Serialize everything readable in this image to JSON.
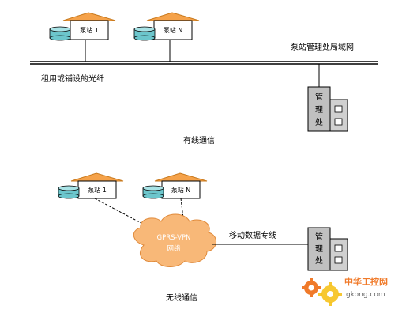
{
  "wired": {
    "station_1_label": "泵站 1",
    "station_n_label": "泵站 N",
    "lan_label": "泵站管理处局域网",
    "fiber_label": "租用或铺设的光纤",
    "office_label": [
      "管",
      "理",
      "处"
    ],
    "caption": "有线通信"
  },
  "wireless": {
    "station_1_label": "泵站 1",
    "station_n_label": "泵站 N",
    "cloud_line1": "GPRS-VPN",
    "cloud_line2": "网络",
    "dedicated_line_label": "移动数据专线",
    "office_label": [
      "管",
      "理",
      "处"
    ],
    "caption": "无线通信"
  },
  "watermark": {
    "site_name_cn": "中华工控网",
    "site_domain": "gkong.com"
  },
  "colors": {
    "roof": "#f5a24a",
    "roof_stroke": "#c97a1e",
    "tank": "#6cc6cc",
    "office_fill": "#c0c0c0",
    "cloud": "#f8b878",
    "cloud_stroke": "#e08a3a",
    "watermark_orange": "#f07a2a"
  }
}
